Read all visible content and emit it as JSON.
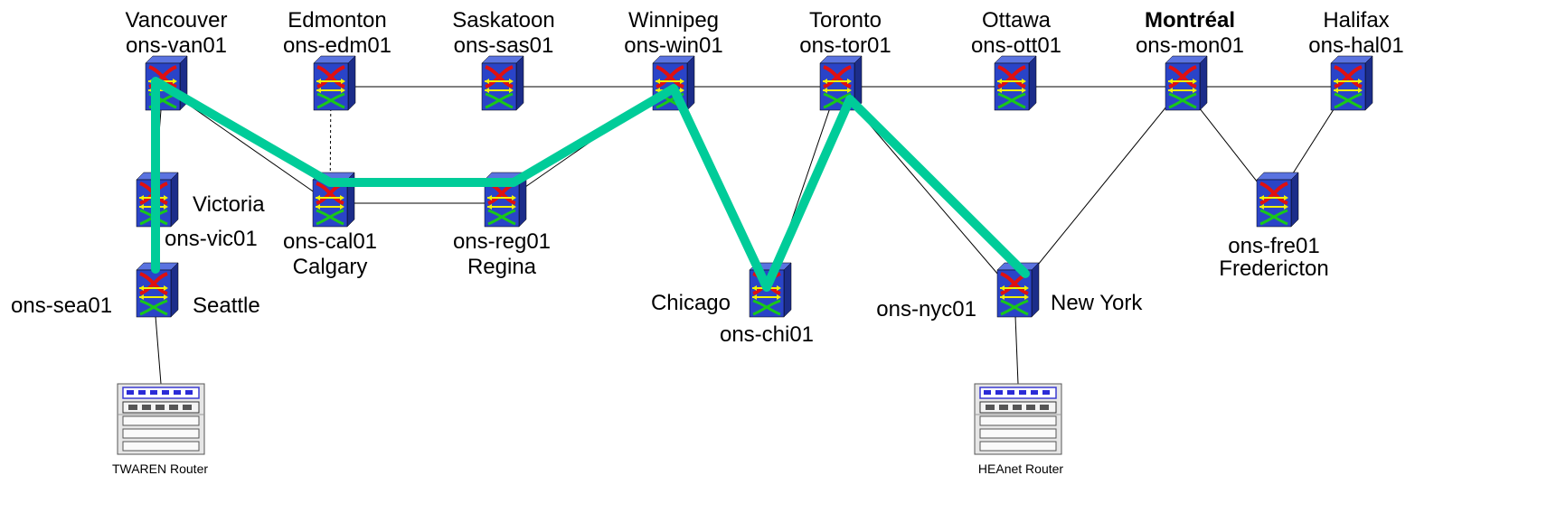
{
  "colors": {
    "path": "#00cc99",
    "switch_face": "#2a44c8",
    "switch_side": "#1c2d8a",
    "arrow_red": "#e01010",
    "arrow_yellow": "#f2f200",
    "arrow_green": "#19c819"
  },
  "nodes": [
    {
      "id": "van",
      "icon": "optical-switch-icon",
      "name": "Vancouver",
      "code": "ons-van01"
    },
    {
      "id": "edm",
      "icon": "optical-switch-icon",
      "name": "Edmonton",
      "code": "ons-edm01"
    },
    {
      "id": "sas",
      "icon": "optical-switch-icon",
      "name": "Saskatoon",
      "code": "ons-sas01"
    },
    {
      "id": "win",
      "icon": "optical-switch-icon",
      "name": "Winnipeg",
      "code": "ons-win01"
    },
    {
      "id": "tor",
      "icon": "optical-switch-icon",
      "name": "Toronto",
      "code": "ons-tor01"
    },
    {
      "id": "ott",
      "icon": "optical-switch-icon",
      "name": "Ottawa",
      "code": "ons-ott01"
    },
    {
      "id": "mon",
      "icon": "optical-switch-icon",
      "name": "Montréal",
      "code": "ons-mon01"
    },
    {
      "id": "hal",
      "icon": "optical-switch-icon",
      "name": "Halifax",
      "code": "ons-hal01"
    },
    {
      "id": "vic",
      "icon": "optical-switch-icon",
      "name": "Victoria",
      "code": "ons-vic01"
    },
    {
      "id": "cal",
      "icon": "optical-switch-icon",
      "name": "Calgary",
      "code": "ons-cal01"
    },
    {
      "id": "reg",
      "icon": "optical-switch-icon",
      "name": "Regina",
      "code": "ons-reg01"
    },
    {
      "id": "sea",
      "icon": "optical-switch-icon",
      "name": "Seattle",
      "code": "ons-sea01"
    },
    {
      "id": "chi",
      "icon": "optical-switch-icon",
      "name": "Chicago",
      "code": "ons-chi01"
    },
    {
      "id": "nyc",
      "icon": "optical-switch-icon",
      "name": "New York",
      "code": "ons-nyc01"
    },
    {
      "id": "fre",
      "icon": "optical-switch-icon",
      "name": "Fredericton",
      "code": "ons-fre01"
    }
  ],
  "routers": [
    {
      "id": "twaren",
      "icon": "router-icon",
      "label": "TWAREN Router"
    },
    {
      "id": "heanet",
      "icon": "router-icon",
      "label": "HEAnet Router"
    }
  ],
  "links": [
    {
      "from": "edm",
      "to": "sas",
      "style": "solid"
    },
    {
      "from": "sas",
      "to": "win",
      "style": "solid"
    },
    {
      "from": "win",
      "to": "tor",
      "style": "solid"
    },
    {
      "from": "tor",
      "to": "ott",
      "style": "solid"
    },
    {
      "from": "ott",
      "to": "mon",
      "style": "solid"
    },
    {
      "from": "mon",
      "to": "hal",
      "style": "solid"
    },
    {
      "from": "van",
      "to": "vic",
      "style": "solid"
    },
    {
      "from": "vic",
      "to": "sea",
      "style": "solid"
    },
    {
      "from": "van",
      "to": "cal",
      "style": "solid"
    },
    {
      "from": "edm",
      "to": "cal",
      "style": "dashed"
    },
    {
      "from": "cal",
      "to": "reg",
      "style": "solid"
    },
    {
      "from": "reg",
      "to": "win",
      "style": "solid"
    },
    {
      "from": "win",
      "to": "chi",
      "style": "solid"
    },
    {
      "from": "chi",
      "to": "tor",
      "style": "solid"
    },
    {
      "from": "tor",
      "to": "nyc",
      "style": "solid"
    },
    {
      "from": "nyc",
      "to": "mon",
      "style": "solid"
    },
    {
      "from": "mon",
      "to": "fre",
      "style": "solid"
    },
    {
      "from": "fre",
      "to": "hal",
      "style": "solid"
    },
    {
      "from": "sea",
      "to": "twaren",
      "style": "solid"
    },
    {
      "from": "nyc",
      "to": "heanet",
      "style": "solid"
    }
  ],
  "highlighted_path": [
    "sea",
    "van",
    "cal",
    "reg",
    "win",
    "chi",
    "tor",
    "nyc"
  ]
}
